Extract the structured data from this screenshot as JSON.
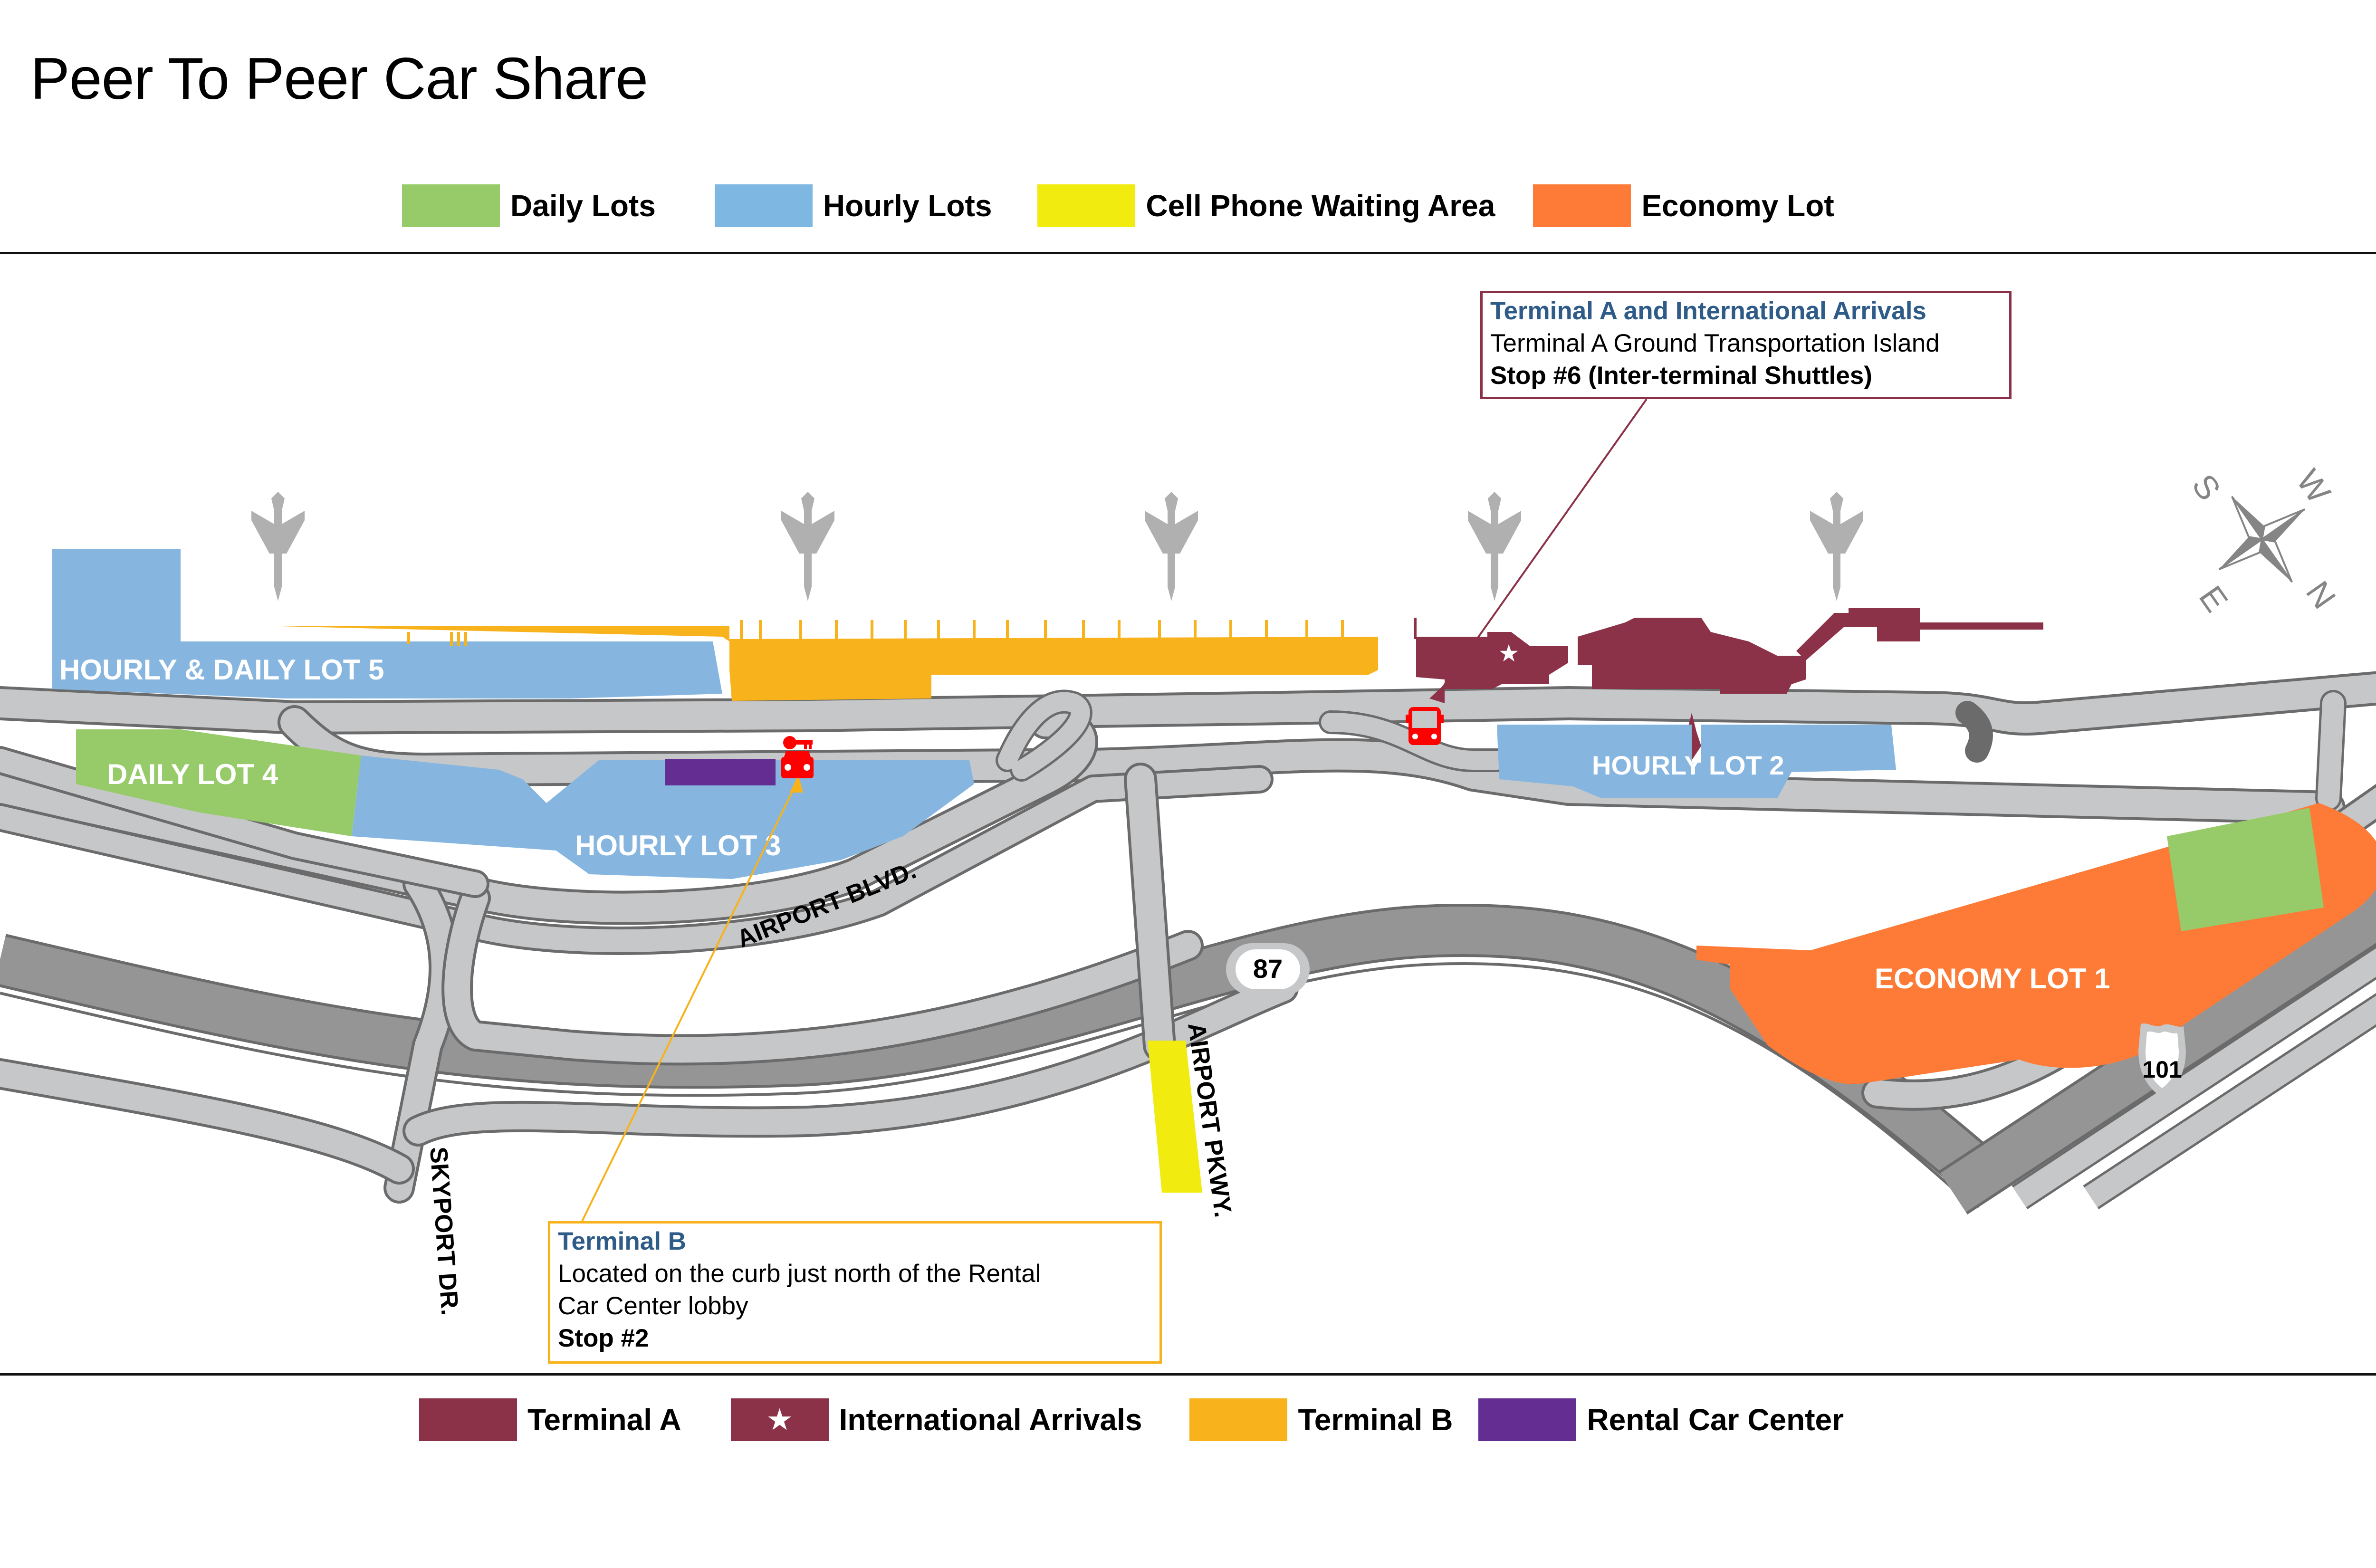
{
  "title": "Peer To Peer Car Share",
  "legend_top": [
    {
      "label": "Daily Lots",
      "color": "#97cb6a"
    },
    {
      "label": "Hourly Lots",
      "color": "#7db7e2"
    },
    {
      "label": "Cell Phone Waiting Area",
      "color": "#f1eb10"
    },
    {
      "label": "Economy Lot",
      "color": "#fd7b37"
    }
  ],
  "legend_bottom": [
    {
      "label": "Terminal A",
      "color": "#8b3249",
      "symbol": ""
    },
    {
      "label": "International Arrivals",
      "color": "#8b3249",
      "symbol": "★"
    },
    {
      "label": "Terminal B",
      "color": "#f7b21c",
      "symbol": ""
    },
    {
      "label": "Rental Car Center",
      "color": "#632d91",
      "symbol": ""
    }
  ],
  "map": {
    "lots": {
      "lot5": "HOURLY & DAILY LOT 5",
      "lot4": "DAILY LOT 4",
      "lot3": "HOURLY LOT 3",
      "lot2": "HOURLY LOT 2",
      "lot1": "ECONOMY LOT 1"
    },
    "roads": {
      "airport_blvd": "AIRPORT BLVD.",
      "airport_pkwy": "AIRPORT PKWY.",
      "skyport_dr": "SKYPORT DR."
    },
    "highways": {
      "hwy87": "87",
      "hwy101": "101"
    },
    "compass": {
      "n": "N",
      "s": "S",
      "e": "E",
      "w": "W"
    },
    "icons": [
      "airplane-icon",
      "bus-icon",
      "car-key-icon",
      "compass-rose-icon",
      "star-icon"
    ]
  },
  "callouts": {
    "terminal_a": {
      "heading": "Terminal A and International Arrivals",
      "line1": "Terminal A Ground Transportation Island",
      "line2": "Stop #6 (Inter-terminal Shuttles)"
    },
    "terminal_b": {
      "heading": "Terminal B",
      "line1": "Located on the curb just north of the Rental",
      "line2": "Car Center lobby",
      "line3": "Stop #2"
    }
  },
  "colors": {
    "terminal_a": "#8b3249",
    "terminal_b": "#f7b21c",
    "rental_car": "#632d91",
    "hourly": "#86b6e0",
    "daily": "#97cb6a",
    "cell_phone": "#f1eb10",
    "economy": "#fd7b37",
    "road": "#c6c7c9",
    "highway": "#959595",
    "road_edge": "#6b6b6b",
    "marker": "#fe0000",
    "callout_heading": "#2e5b87"
  }
}
